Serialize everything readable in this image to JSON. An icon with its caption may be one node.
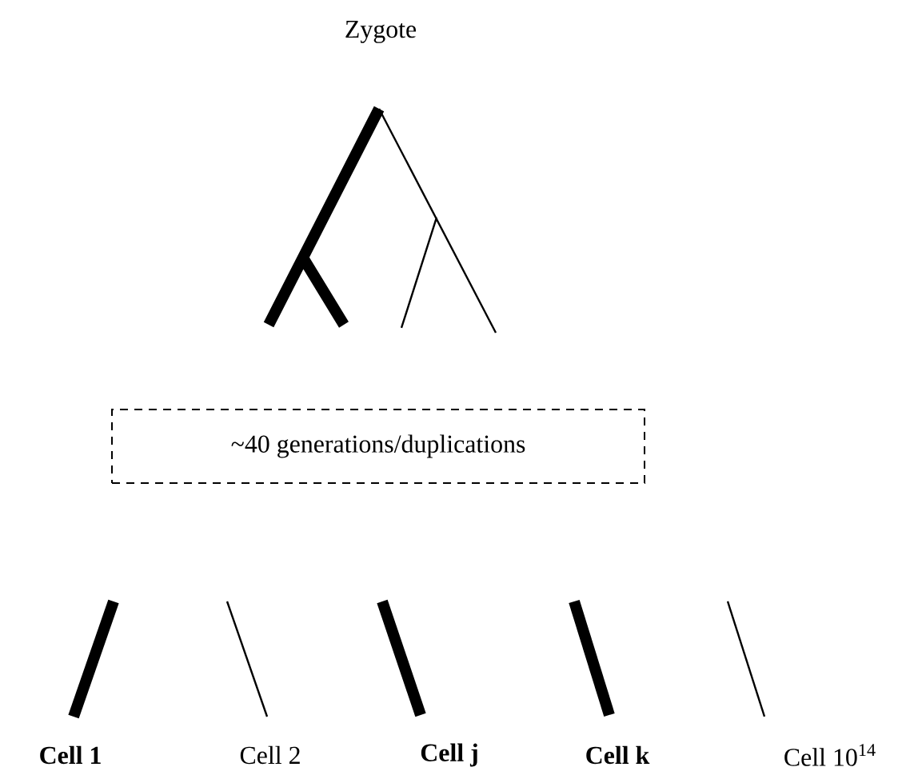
{
  "diagram": {
    "nodes": [
      {
        "text": [
          "~40 generations/duplications"
        ]
      }
    ],
    "labels": [
      "Zygote",
      "Cell 1",
      "Cell 2",
      "Cell j",
      "Cell k",
      "Cell 10$^{14}$"
    ]
  }
}
